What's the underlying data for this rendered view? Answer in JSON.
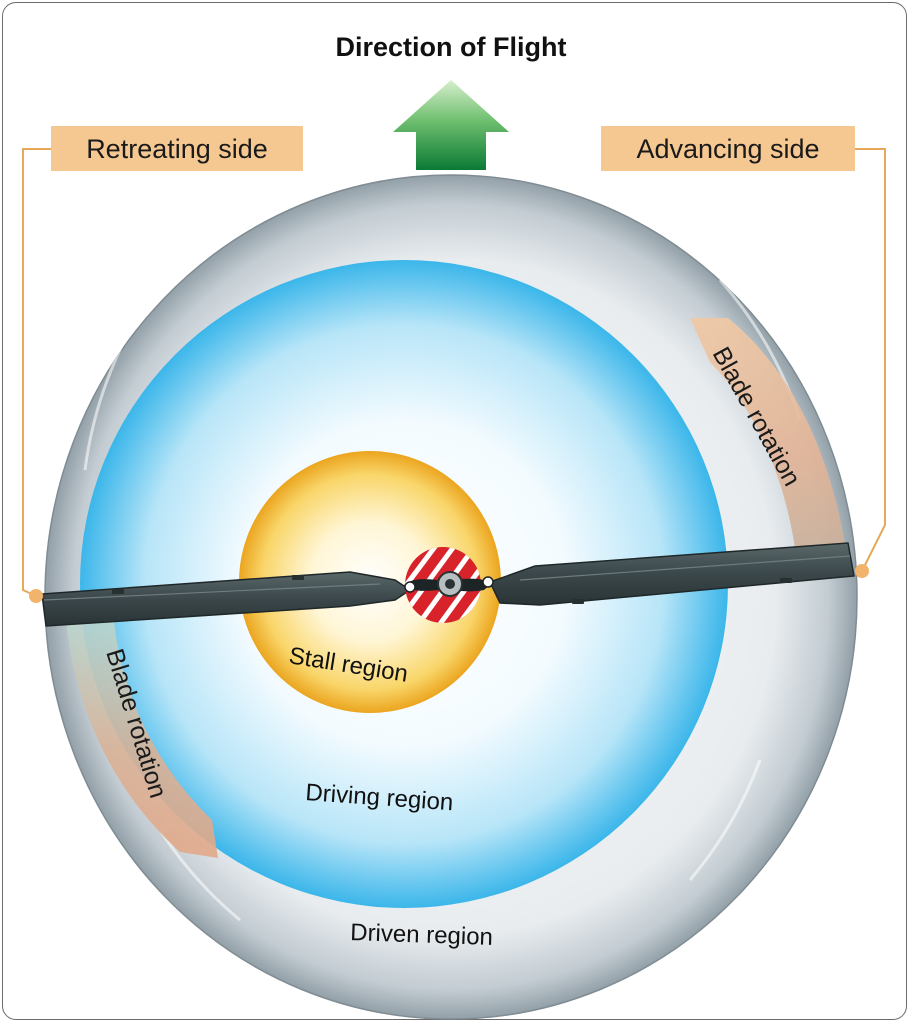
{
  "diagram": {
    "title": "Direction of Flight",
    "retreating_label": "Retreating side",
    "advancing_label": "Advancing side",
    "blade_rotation_right": "Blade rotation",
    "blade_rotation_left": "Blade rotation",
    "stall_region": "Stall region",
    "driving_region": "Driving region",
    "driven_region": "Driven region",
    "colors": {
      "label_box": "#f5c892",
      "leader_line": "#e7a85a",
      "arrow_green": "#1f8a3c",
      "driven_gray": "#a9b5bd",
      "driving_blue": "#3bb6ea",
      "stall_yellow": "#f0b428",
      "hub_red": "#d8232a",
      "blade_dark": "#3d4a4c"
    },
    "icons": [
      "direction-arrow-icon",
      "rotation-arrow-icon",
      "rotor-hub-icon"
    ]
  }
}
